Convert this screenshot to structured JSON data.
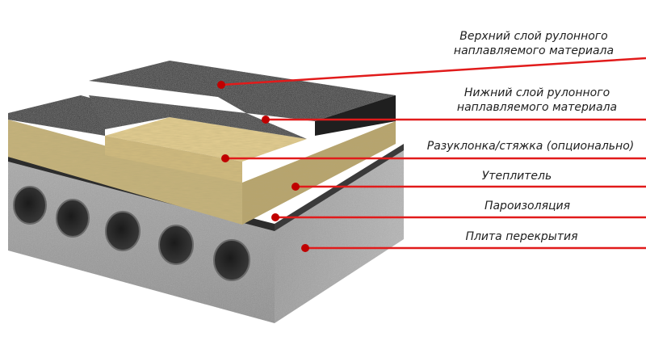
{
  "layers": [
    {
      "id": "top-membrane",
      "lines": [
        "Верхний слой рулонного",
        "наплавляемого материала"
      ]
    },
    {
      "id": "lower-membrane",
      "lines": [
        "Нижний слой рулонного",
        "наплавляемого материала"
      ]
    },
    {
      "id": "screed",
      "lines": [
        "Разуклонка/стяжка (опционально)"
      ]
    },
    {
      "id": "insulation",
      "lines": [
        "Утеплитель"
      ]
    },
    {
      "id": "vapor-barrier",
      "lines": [
        "Пароизоляция"
      ]
    },
    {
      "id": "slab",
      "lines": [
        "Плита перекрытия"
      ]
    }
  ],
  "colors": {
    "leader": "#e11b1b",
    "marker": "#c00000",
    "membrane": "#2a2a2a",
    "insulation": "#c8b27a",
    "screed": "#e6cf93",
    "concrete": "#9a9a9a"
  }
}
